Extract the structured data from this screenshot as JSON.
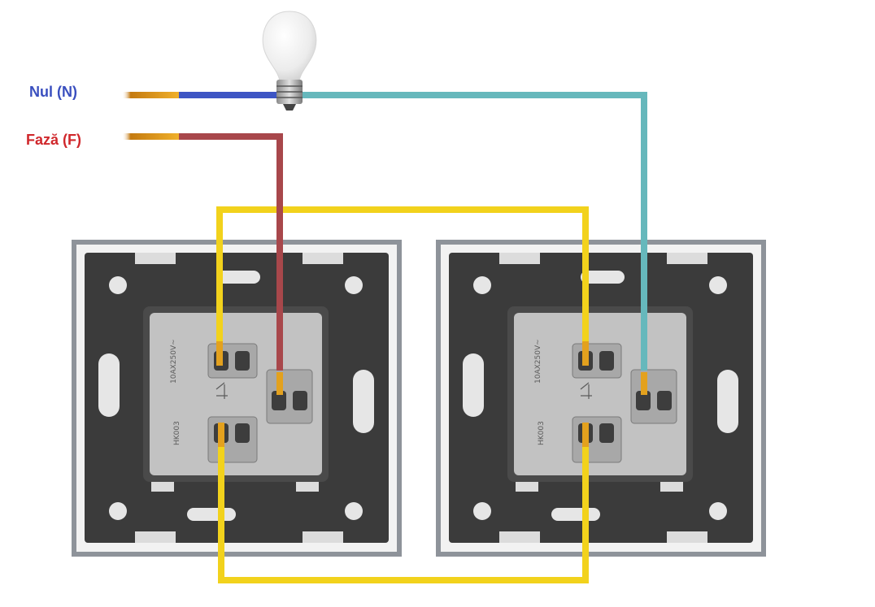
{
  "labels": {
    "neutral": "Nul (N)",
    "phase": "Fază (F)"
  },
  "module": {
    "rating_text": "10AX250V~",
    "model_text": "HK003"
  },
  "colors": {
    "neutral_label": "#3a4fbf",
    "phase_label": "#d0282c",
    "neutral_wire": "#3d55c4",
    "phase_wire": "#a8474b",
    "lamp_wire": "#66b8bc",
    "traveler_wire": "#f2d21c",
    "copper": "#e3a11e",
    "frame_outer": "#8e939a",
    "frame_inner": "#f2f2f2",
    "plate": "#3b3b3b",
    "module_body": "#c2c2c2"
  },
  "icons": {
    "bulb": "light-bulb-icon"
  }
}
